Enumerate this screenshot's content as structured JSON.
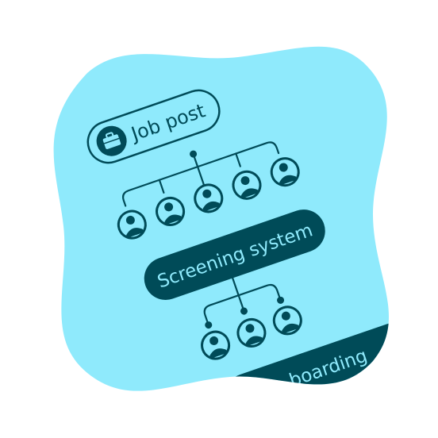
{
  "colors": {
    "blob": "#8FEAFC",
    "ink": "#004B58",
    "avatar_fill": "#8FEAFC"
  },
  "stages": {
    "job_post": {
      "label": "Job post",
      "icon": "briefcase-icon"
    },
    "screening": {
      "label": "Screening system"
    },
    "onboarding": {
      "label": "boarding"
    }
  },
  "candidates": {
    "group_1_count": 5,
    "group_2_count": 3,
    "icon": "person-avatar-icon"
  }
}
